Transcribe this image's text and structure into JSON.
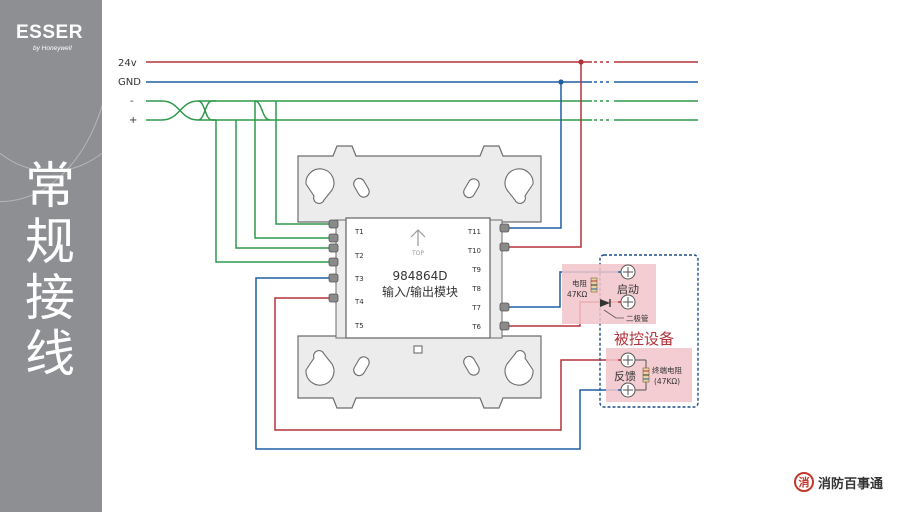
{
  "sidebar": {
    "logo": "ESSER",
    "logo_sub": "by Honeywell",
    "title_chars": [
      "常",
      "规",
      "接",
      "线"
    ]
  },
  "bus_labels": {
    "v24": "24v",
    "gnd": "GND",
    "minus": "-",
    "plus": "+"
  },
  "module": {
    "model": "984864D",
    "name": "输入/输出模块",
    "top_label": "TOP",
    "terminals_left": [
      "T1",
      "T2",
      "T3",
      "T4",
      "T5"
    ],
    "terminals_right": [
      "T11",
      "T10",
      "T9",
      "T8",
      "T7",
      "T6"
    ]
  },
  "controlled_device": {
    "title": "被控设备",
    "start_label": "启动",
    "feedback_label": "反馈",
    "resistor_label_1": "电阻",
    "resistor_label_2": "47KΩ",
    "diode_label": "二极管",
    "end_resistor_label_1": "终端电阻",
    "end_resistor_label_2": "(47KΩ)"
  },
  "brand": {
    "icon": "消",
    "text": "消防百事通"
  },
  "colors": {
    "red": "#b5323a",
    "blue": "#1f5fa3",
    "green": "#2e9a4c",
    "pink": "#f2c4cb",
    "sidebar": "#8e8f93"
  }
}
